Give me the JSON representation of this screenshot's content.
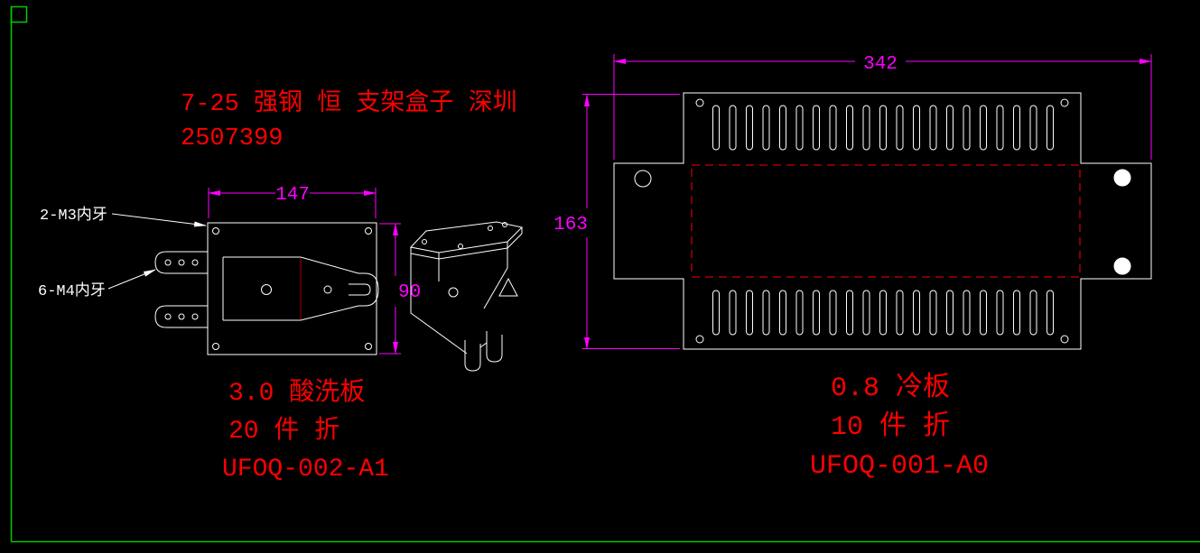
{
  "colors": {
    "background": "#000000",
    "frame_green": "#00cc00",
    "geometry_white": "#ffffff",
    "dimension_magenta": "#ff00ff",
    "annotation_red": "#ff0000"
  },
  "title_block": {
    "line1": "7-25 强钢 恒 支架盒子 深圳",
    "line2": "2507399"
  },
  "left_view": {
    "dim_width": "147",
    "dim_height": "90",
    "thread_label_top": "2-M3内牙",
    "thread_label_bottom": "6-M4内牙",
    "caption": {
      "material": "3.0 酸洗板",
      "quantity": "20 件 折",
      "part_no": "UFOQ-002-A1"
    }
  },
  "right_view": {
    "dim_width": "342",
    "dim_height": "163",
    "caption": {
      "material": "0.8 冷板",
      "quantity": "10 件 折",
      "part_no": "UFOQ-001-A0"
    }
  }
}
